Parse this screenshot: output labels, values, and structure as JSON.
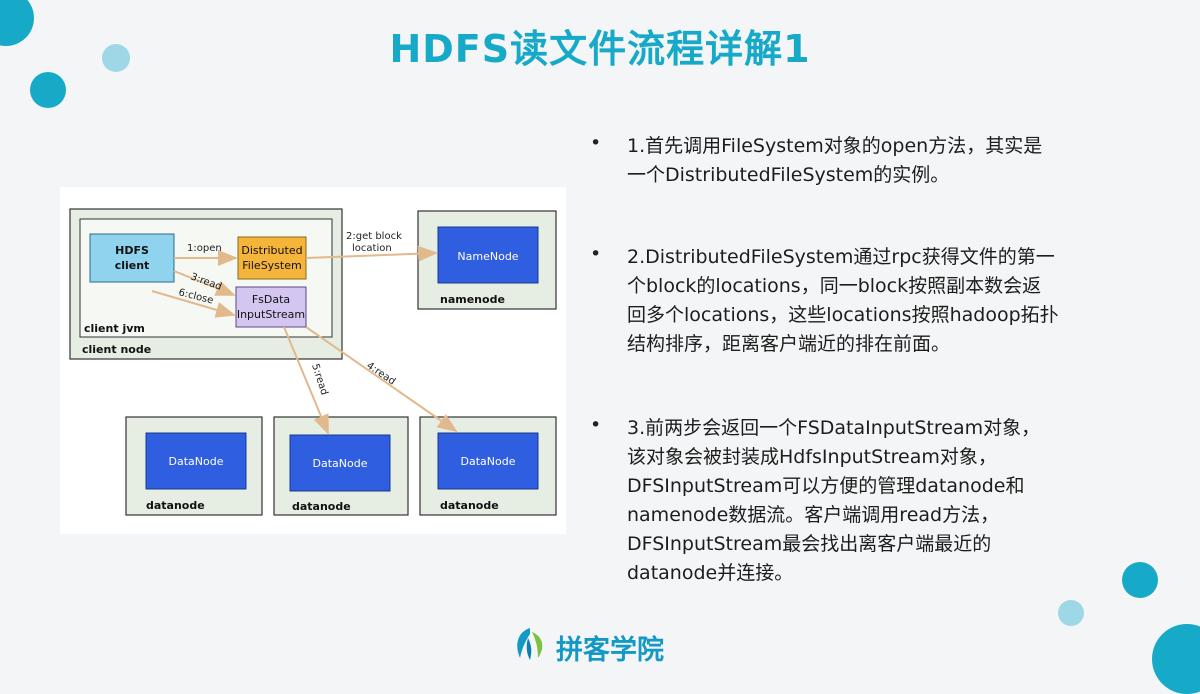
{
  "title": "HDFS读文件流程详解1",
  "colors": {
    "accent": "#17a9c8",
    "circle_dark": "#17a9c8",
    "circle_light": "#9ed7e6",
    "node_box": "#2f5ee0",
    "client_box": "#8fd3ee",
    "dfs_box": "#f5b43a",
    "stream_box": "#d4c6f0",
    "arrow": "#e1b98c"
  },
  "diagram": {
    "client_node_label": "client node",
    "client_jvm_label": "client jvm",
    "hdfs_client": {
      "line1": "HDFS",
      "line2": "client"
    },
    "dfs": {
      "line1": "Distributed",
      "line2": "FileSystem"
    },
    "stream": {
      "line1": "FsData",
      "line2": "InputStream"
    },
    "namenode": {
      "box_label": "NameNode",
      "caption": "namenode"
    },
    "datanodes": [
      {
        "box_label": "DataNode",
        "caption": "datanode"
      },
      {
        "box_label": "DataNode",
        "caption": "datanode"
      },
      {
        "box_label": "DataNode",
        "caption": "datanode"
      }
    ],
    "arrows": {
      "open": "1:open",
      "get_block_line1": "2:get block",
      "get_block_line2": "location",
      "read3": "3:read",
      "close6": "6:close",
      "read5": "5:read",
      "read4": "4:read"
    }
  },
  "bullets": [
    {
      "dot": "•",
      "lines": [
        "1.首先调用FileSystem对象的open方法，其实是",
        "一个DistributedFileSystem的实例。"
      ]
    },
    {
      "dot": "•",
      "lines": [
        "2.DistributedFileSystem通过rpc获得文件的第一",
        "个block的locations，同一block按照副本数会返",
        "回多个locations，这些locations按照hadoop拓扑",
        "结构排序，距离客户端近的排在前面。"
      ]
    },
    {
      "dot": "•",
      "lines": [
        "3.前两步会返回一个FSDataInputStream对象，",
        "该对象会被封装成HdfsInputStream对象，",
        "DFSInputStream可以方便的管理datanode和",
        "namenode数据流。客户端调用read方法，",
        "DFSInputStream最会找出离客户端最近的",
        "datanode并连接。"
      ]
    }
  ],
  "logo": {
    "text": "拼客学院"
  }
}
